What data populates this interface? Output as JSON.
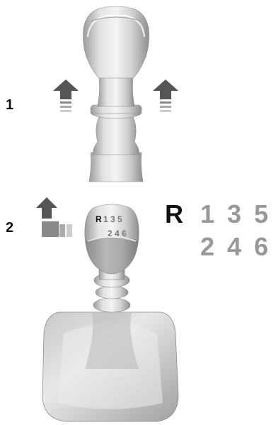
{
  "steps": [
    {
      "number": "1"
    },
    {
      "number": "2"
    }
  ],
  "knob_pattern": {
    "top": "R135",
    "top_reverse": "R",
    "top_gears": "1 3 5",
    "bottom_gears": "2 4 6"
  },
  "gear_legend": {
    "reverse": "R",
    "top": [
      "1",
      "3",
      "5"
    ],
    "bottom": [
      "2",
      "4",
      "6"
    ]
  },
  "icons": [
    "up-arrow-icon",
    "push-up-arrow-icon"
  ],
  "colors": {
    "arrow_dark": "#555555",
    "arrow_light": "#bbbbbb",
    "gear_gray": "#999999",
    "reverse_black": "#111111",
    "metal_light": "#e6e6e6",
    "metal_dark": "#9a9a9a"
  }
}
